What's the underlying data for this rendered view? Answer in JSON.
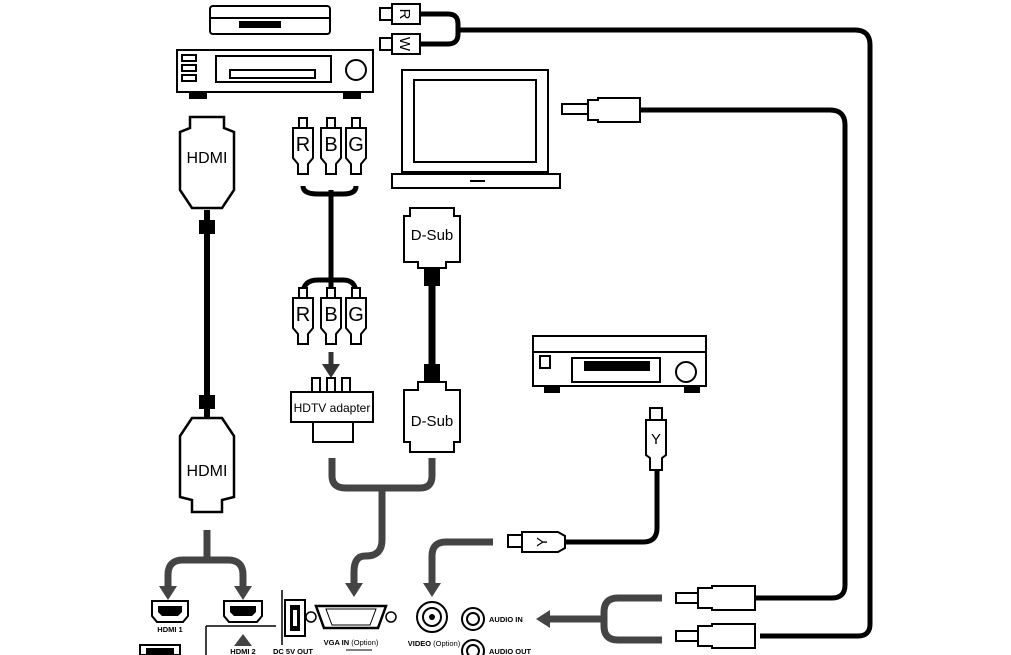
{
  "labels": {
    "hdmi_top": "HDMI",
    "hdmi_bottom": "HDMI",
    "dsub_top": "D-Sub",
    "dsub_bottom": "D-Sub",
    "hdtv_adapter": "HDTV adapter",
    "rca_top": [
      "R",
      "B",
      "G"
    ],
    "rca_bottom": [
      "R",
      "B",
      "G"
    ],
    "audio_rca": [
      "R",
      "W"
    ],
    "video_plug": "Y",
    "video_plug_side": "Y"
  },
  "ports": {
    "hdmi1": "HDMI 1",
    "hdmi2": "HDMI 2",
    "dc_out": "DC 5V OUT",
    "vga_in": "VGA IN",
    "vga_in_option": "(Option)",
    "video": "VIDEO",
    "video_option": "(Option)",
    "audio_in": "AUDIO IN",
    "audio_out": "AUDIO OUT"
  },
  "colors": {
    "line": "#000000",
    "connector_gray": "#444444",
    "background": "#ffffff"
  }
}
